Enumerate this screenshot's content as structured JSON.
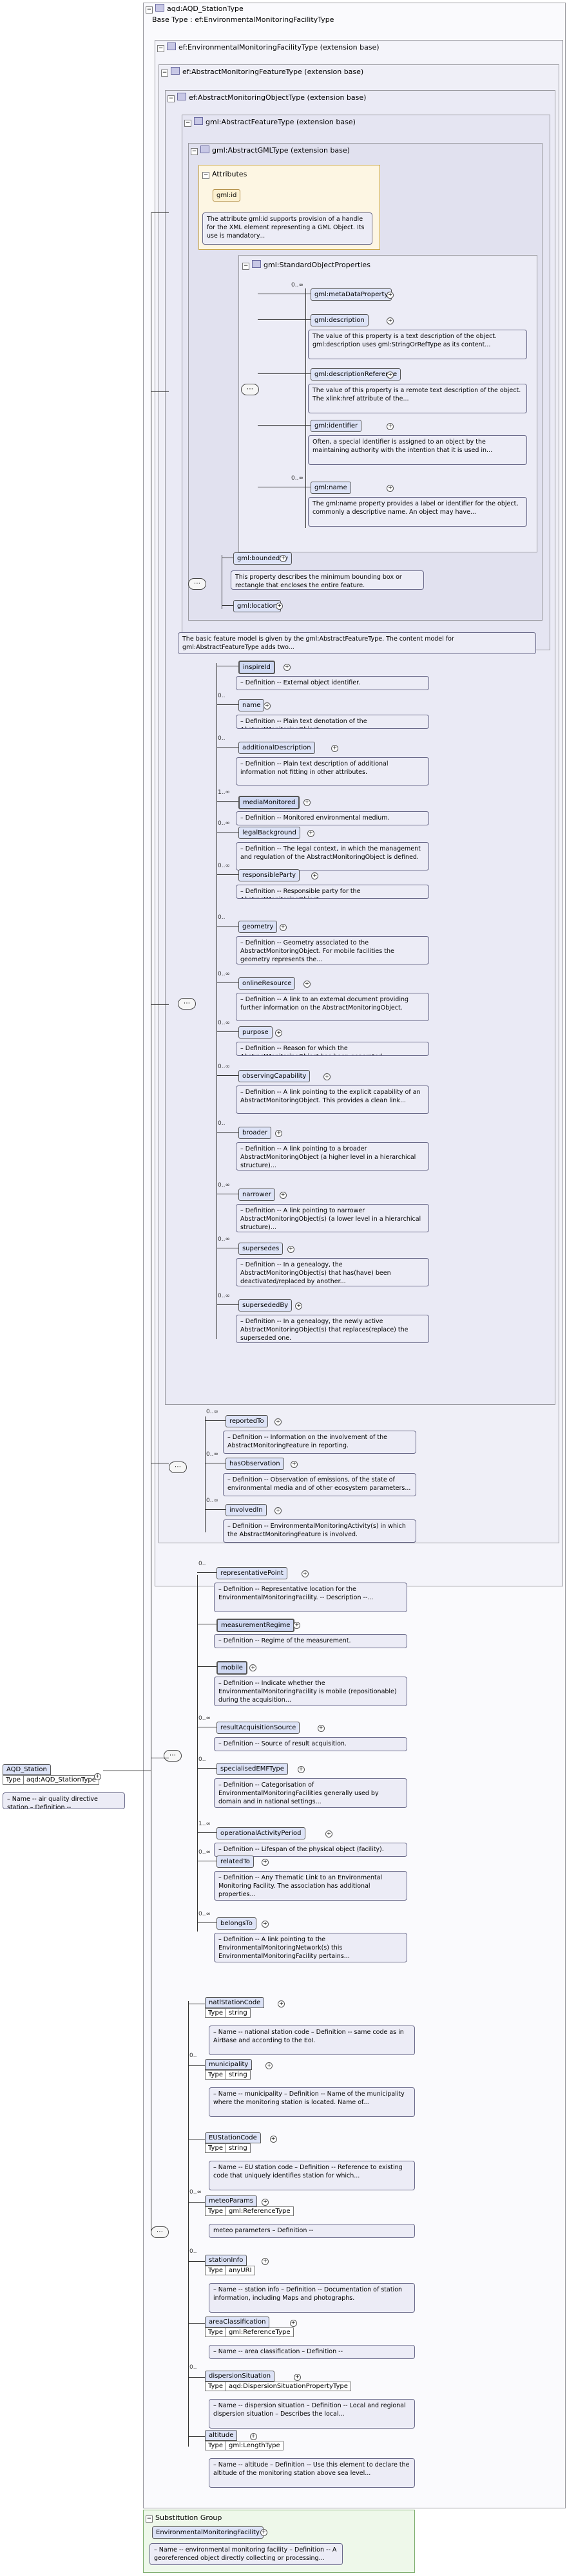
{
  "root": {
    "title": "aqd:AQD_StationType",
    "base_label": "Base Type",
    "base_value": "ef:EnvironmentalMonitoringFacilityType"
  },
  "nested_boxes": [
    "ef:EnvironmentalMonitoringFacilityType (extension base)",
    "ef:AbstractMonitoringFeatureType (extension base)",
    "ef:AbstractMonitoringObjectType (extension base)",
    "gml:AbstractFeatureType (extension base)",
    "gml:AbstractGMLType (extension base)"
  ],
  "attributes": {
    "title": "Attributes",
    "attr": "gml:id",
    "doc": "The attribute gml:id supports provision of a handle for the XML element representing a GML Object. Its use is mandatory..."
  },
  "std_props": {
    "title": "gml:StandardObjectProperties",
    "items": [
      {
        "name": "gml:metaDataProperty",
        "mult": "0..∞",
        "doc": ""
      },
      {
        "name": "gml:description",
        "mult": "",
        "doc": "The value of this property is a text description of the object. gml:description uses gml:StringOrRefType as its content..."
      },
      {
        "name": "gml:descriptionReference",
        "mult": "",
        "doc": "The value of this property is a remote text description of the object. The xlink:href attribute of the..."
      },
      {
        "name": "gml:identifier",
        "mult": "",
        "doc": "Often, a special identifier is assigned to an object by the maintaining authority with the intention that it is used in..."
      },
      {
        "name": "gml:name",
        "mult": "0..∞",
        "doc": "The gml:name property provides a label or identifier for the object, commonly a descriptive name. An object may have..."
      }
    ]
  },
  "feature_props": [
    {
      "name": "gml:boundedBy",
      "doc": "This property describes the minimum bounding box or rectangle that encloses the entire feature."
    },
    {
      "name": "gml:location",
      "doc": ""
    }
  ],
  "feature_doc": "The basic feature model is given by the gml:AbstractFeatureType. The content model for gml:AbstractFeatureType adds two...",
  "amo_items": [
    {
      "name": "inspireId",
      "mult": "",
      "doc": "– Definition -- External object identifier."
    },
    {
      "name": "name",
      "mult": "0..",
      "doc": "– Definition -- Plain text denotation of the AbstractMonitoringObject."
    },
    {
      "name": "additionalDescription",
      "mult": "0..",
      "doc": "– Definition -- Plain text description of additional information not fitting in other attributes."
    },
    {
      "name": "mediaMonitored",
      "mult": "1..∞",
      "doc": "– Definition -- Monitored environmental medium."
    },
    {
      "name": "legalBackground",
      "mult": "0..∞",
      "doc": "– Definition -- The legal context, in which the management and regulation of the AbstractMonitoringObject is defined."
    },
    {
      "name": "responsibleParty",
      "mult": "0..∞",
      "doc": "– Definition -- Responsible party for the AbstractMonitoringObject."
    },
    {
      "name": "geometry",
      "mult": "0..",
      "doc": "– Definition -- Geometry associated to the AbstractMonitoringObject. For mobile facilities the geometry represents the..."
    },
    {
      "name": "onlineResource",
      "mult": "0..∞",
      "doc": "– Definition -- A link to an external document providing further information on the AbstractMonitoringObject."
    },
    {
      "name": "purpose",
      "mult": "0..∞",
      "doc": "– Definition -- Reason for which the AbstractMonitoringObject has been generated."
    },
    {
      "name": "observingCapability",
      "mult": "0..∞",
      "doc": "– Definition -- A link pointing to the explicit capability of an AbstractMonitoringObject. This provides a clean link..."
    },
    {
      "name": "broader",
      "mult": "0..",
      "doc": "– Definition -- A link pointing to a broader AbstractMonitoringObject (a higher level in a hierarchical structure)..."
    },
    {
      "name": "narrower",
      "mult": "0..∞",
      "doc": "– Definition -- A link pointing to narrower AbstractMonitoringObject(s) (a lower level in a hierarchical structure)..."
    },
    {
      "name": "supersedes",
      "mult": "0..∞",
      "doc": "– Definition -- In a genealogy, the AbstractMonitoringObject(s) that has(have) been deactivated/replaced by another..."
    },
    {
      "name": "supersededBy",
      "mult": "0..∞",
      "doc": "– Definition -- In a genealogy, the newly active AbstractMonitoringObject(s) that replaces(replace) the superseded one."
    }
  ],
  "amf_items": [
    {
      "name": "reportedTo",
      "mult": "0..∞",
      "doc": "– Definition -- Information on the involvement of the AbstractMonitoringFeature in reporting."
    },
    {
      "name": "hasObservation",
      "mult": "0..∞",
      "doc": "– Definition -- Observation of emissions, of the state of environmental media and of other ecosystem parameters..."
    },
    {
      "name": "involvedIn",
      "mult": "0..∞",
      "doc": "– Definition -- EnvironmentalMonitoringActivity(s) in which the AbstractMonitoringFeature is involved."
    }
  ],
  "emf_items": [
    {
      "name": "representativePoint",
      "mult": "0..",
      "doc": "– Definition -- Representative location for the EnvironmentalMonitoringFacility. -- Description --..."
    },
    {
      "name": "measurementRegime",
      "mult": "",
      "doc": "– Definition -- Regime of the measurement."
    },
    {
      "name": "mobile",
      "mult": "",
      "doc": "– Definition -- Indicate whether the EnvironmentalMonitoringFacility is mobile (repositionable) during the acquisition..."
    },
    {
      "name": "resultAcquisitionSource",
      "mult": "0..∞",
      "doc": "– Definition -- Source of result acquisition."
    },
    {
      "name": "specialisedEMFType",
      "mult": "0..",
      "doc": "– Definition -- Categorisation of EnvironmentalMonitoringFacilities generally used by domain and in national settings..."
    },
    {
      "name": "operationalActivityPeriod",
      "mult": "1..∞",
      "doc": "– Definition -- Lifespan of the physical object (facility)."
    },
    {
      "name": "relatedTo",
      "mult": "0..∞",
      "doc": "– Definition -- Any Thematic Link to an Environmental Monitoring Facility. The association has additional properties..."
    },
    {
      "name": "belongsTo",
      "mult": "0..∞",
      "doc": "– Definition -- A link pointing to the EnvironmentalMonitoringNetwork(s) this EnvironmentalMonitoringFacility pertains..."
    }
  ],
  "station": {
    "name": "AQD_Station",
    "type_label": "Type",
    "type_value": "aqd:AQD_StationType",
    "doc": "– Name -- air quality directive station – Definition --"
  },
  "aqd_items": [
    {
      "name": "natlStationCode",
      "type": "string",
      "mult": "",
      "doc": "– Name -- national station code – Definition -- same code as in AirBase and according to the EoI."
    },
    {
      "name": "municipality",
      "type": "string",
      "mult": "0..",
      "doc": "– Name -- municipality – Definition -- Name of the municipality where the monitoring station is located. Name of..."
    },
    {
      "name": "EUStationCode",
      "type": "string",
      "mult": "",
      "doc": "– Name -- EU station code – Definition -- Reference to existing code that uniquely identifies station for which..."
    },
    {
      "name": "meteoParams",
      "type": "gml:ReferenceType",
      "mult": "0..∞",
      "doc": "meteo parameters – Definition --"
    },
    {
      "name": "stationInfo",
      "type": "anyURI",
      "mult": "0..",
      "doc": "– Name -- station info – Definition -- Documentation of station information, including Maps and photographs."
    },
    {
      "name": "areaClassification",
      "type": "gml:ReferenceType",
      "mult": "",
      "doc": "– Name -- area classification – Definition --"
    },
    {
      "name": "dispersionSituation",
      "type": "aqd:DispersionSituationPropertyType",
      "mult": "0..",
      "doc": "– Name -- dispersion situation – Definition -- Local and regional dispersion situation – Describes the local..."
    },
    {
      "name": "altitude",
      "type": "gml:LengthType",
      "mult": "",
      "doc": "– Name -- altitude – Definition -- Use this element to declare the altitude of the monitoring station above sea level..."
    }
  ],
  "subst": {
    "title": "Substitution Group",
    "name": "EnvironmentalMonitoringFacility",
    "doc": "– Name -- environmental monitoring facility – Definition -- A georeferenced object directly collecting or processing..."
  },
  "type_label": "Type"
}
